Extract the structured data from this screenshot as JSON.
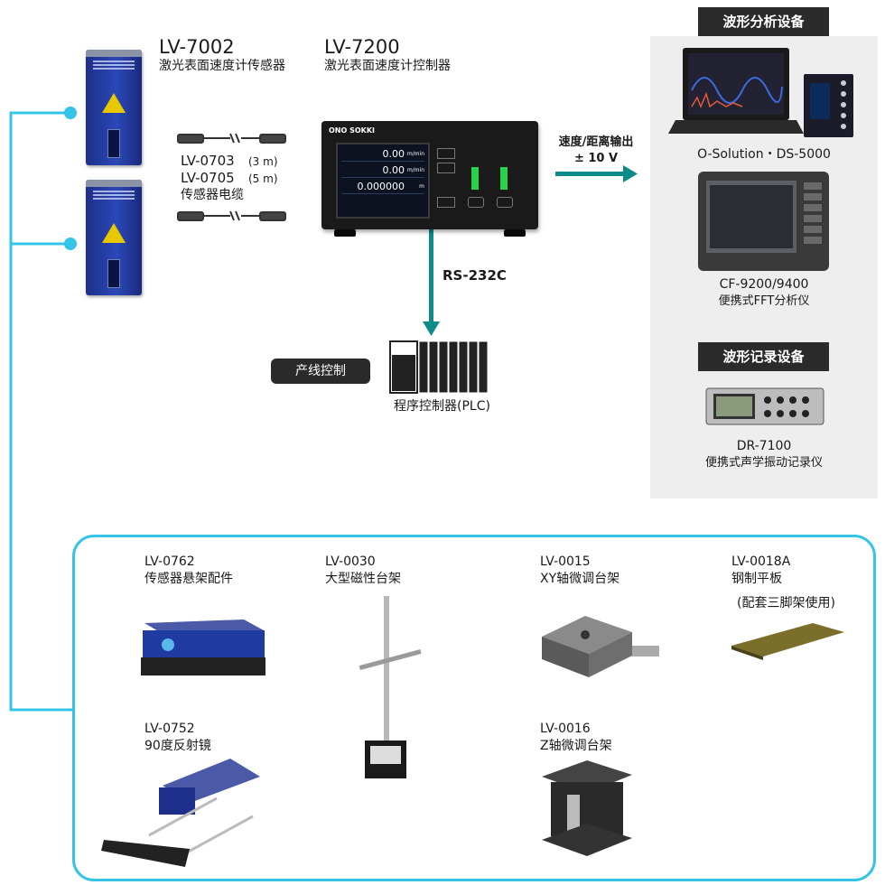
{
  "sensor": {
    "model": "LV-7002",
    "name": "激光表面速度计传感器"
  },
  "controller": {
    "model": "LV-7200",
    "name": "激光表面速度计控制器",
    "brand": "ONO SOKKI",
    "screen": {
      "row1_value": "0.00",
      "row1_unit": "m/min",
      "row2_value": "0.00",
      "row2_unit": "m/min",
      "row3_value": "0.000000",
      "row3_unit": "m"
    }
  },
  "cables": {
    "line1_model": "LV-0703",
    "line1_len": "(3 m)",
    "line2_model": "LV-0705",
    "line2_len": "(5 m)",
    "name": "传感器电缆"
  },
  "output": {
    "line1": "速度/距离输出",
    "line2": "± 10 V"
  },
  "rs232": "RS-232C",
  "plc": {
    "tag": "产线控制",
    "name": "程序控制器(PLC)"
  },
  "waveform_analysis": {
    "header": "波形分析设备",
    "item1_name": "O-Solution・DS-5000",
    "item2_model": "CF-9200/9400",
    "item2_name": "便携式FFT分析仪"
  },
  "waveform_record": {
    "header": "波形记录设备",
    "item_model": "DR-7100",
    "item_name": "便携式声学振动记录仪"
  },
  "accessories": [
    {
      "model": "LV-0762",
      "name": "传感器悬架配件"
    },
    {
      "model": "LV-0030",
      "name": "大型磁性台架"
    },
    {
      "model": "LV-0015",
      "name": "XY轴微调台架"
    },
    {
      "model": "LV-0018A",
      "name": "钢制平板",
      "note": "(配套三脚架使用)"
    },
    {
      "model": "LV-0752",
      "name": "90度反射镜"
    },
    {
      "model": "LV-0016",
      "name": "Z轴微调台架"
    }
  ],
  "colors": {
    "connector": "#35c4e8",
    "arrow": "#0e8a8a",
    "header_bg": "#2b2b2b",
    "panel_bg": "#eeeeee"
  }
}
